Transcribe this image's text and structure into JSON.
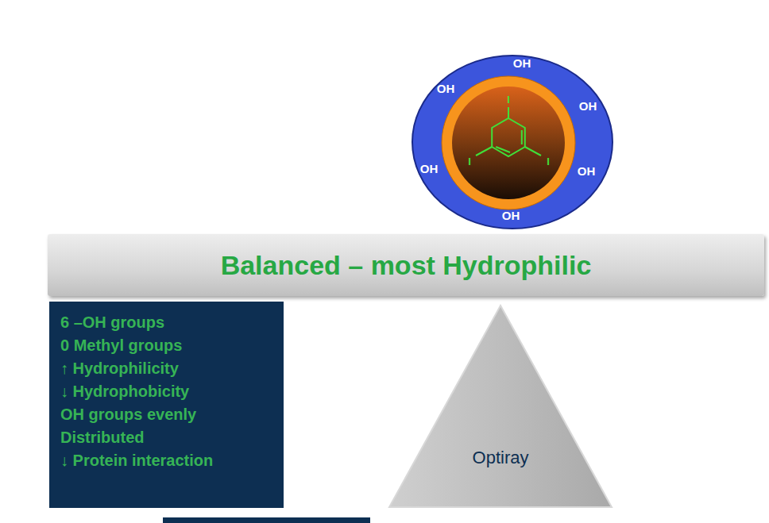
{
  "diagram": {
    "nodes": [
      {
        "text": [
          "OH",
          "OH",
          "OH",
          "OH",
          "OH",
          "OH"
        ]
      },
      {
        "text": [
          "I",
          "I",
          "I"
        ],
        "in": 0
      },
      {
        "text": [
          "Balanced – most Hydrophilic"
        ]
      },
      {
        "text": [
          "6 –OH groups",
          "0 Methyl groups",
          "↑ Hydrophilicity",
          "↓ Hydrophobicity",
          "OH groups evenly Distributed",
          "↓ Protein interaction"
        ]
      },
      {
        "text": [
          "Optiray"
        ]
      }
    ]
  }
}
